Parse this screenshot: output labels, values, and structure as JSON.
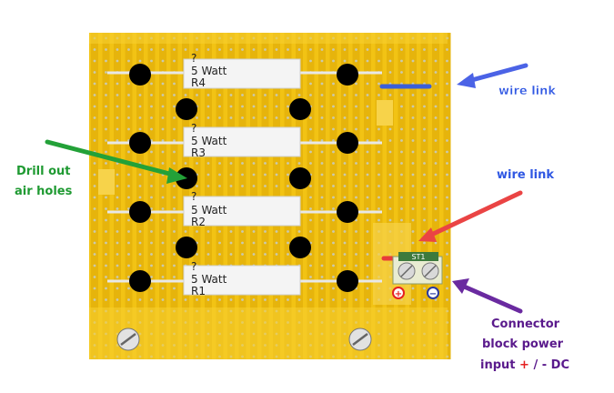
{
  "board": {
    "resistors": [
      {
        "ref": "R4",
        "value": "?",
        "rating": "5 Watt"
      },
      {
        "ref": "R3",
        "value": "?",
        "rating": "5 Watt"
      },
      {
        "ref": "R2",
        "value": "?",
        "rating": "5 Watt"
      },
      {
        "ref": "R1",
        "value": "?",
        "rating": "5 Watt"
      }
    ],
    "connector": {
      "code": "ST1",
      "plus": "+",
      "minus": "−"
    }
  },
  "annotations": {
    "wire_link_top": "wire link",
    "wire_link_right": "wire link",
    "drill_line1": "Drill out",
    "drill_line2": "air holes",
    "connector_line1": "Connector",
    "connector_line2": "block power",
    "connector_line3_a": "input ",
    "connector_line3_plus": "+",
    "connector_line3_sep": " / ",
    "connector_line3_minus": "-",
    "connector_line3_b": " DC"
  },
  "colors": {
    "board": "#f2c314",
    "strip": "#e6b40c",
    "pad": "#c9c9b0",
    "hole": "#000000",
    "resistor_body": "#f4f4f4",
    "link_blue": "#3a5fd8",
    "link_red": "#e83a3a",
    "arrow_blue": "#4b63e6",
    "arrow_green": "#23a138",
    "arrow_red": "#ea4444",
    "arrow_purple": "#6a2aa0",
    "label_blue": "#2f57e3",
    "label_green": "#1f9a32",
    "label_purple": "#5a1a8c",
    "label_red": "#e52020"
  }
}
